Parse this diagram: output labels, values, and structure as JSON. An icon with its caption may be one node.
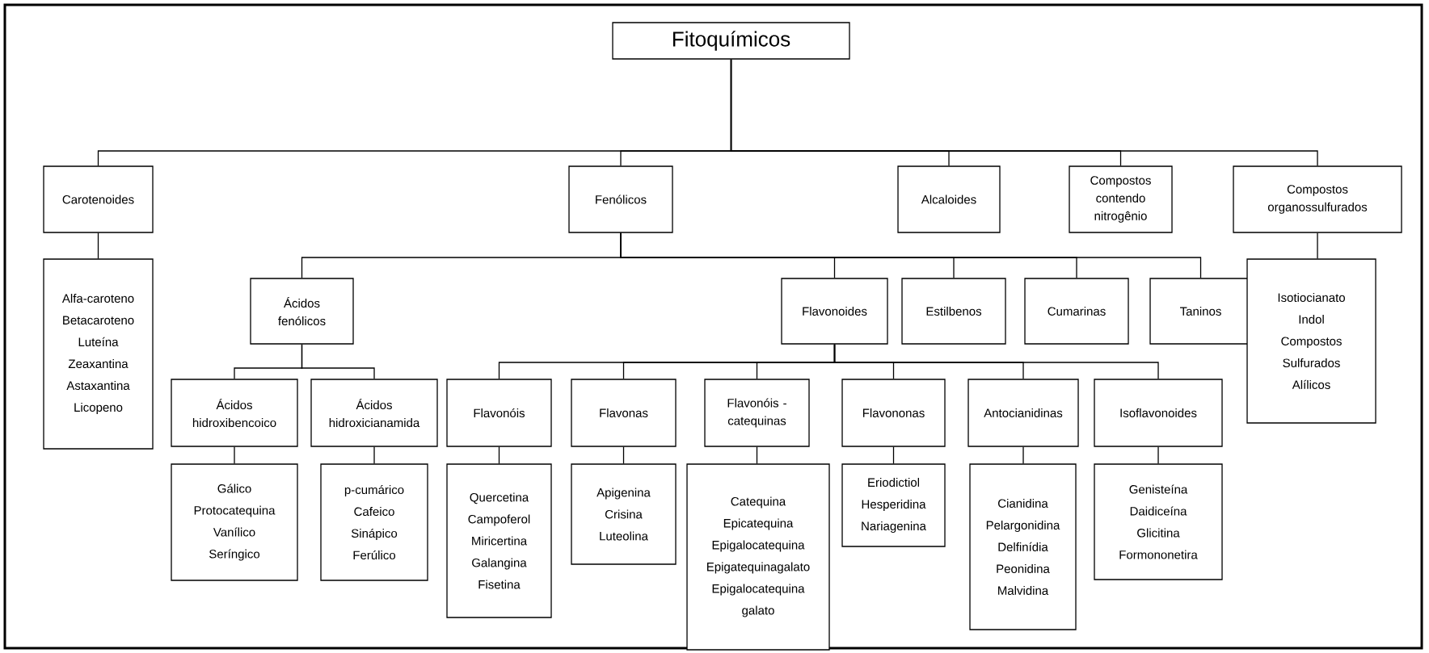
{
  "diagram": {
    "nodes": [
      {
        "text": [
          "Fitoquímicos"
        ]
      },
      {
        "text": [
          "Carotenoides"
        ]
      },
      {
        "text": [
          "Fenólicos"
        ]
      },
      {
        "text": [
          "Alcaloides"
        ]
      },
      {
        "text": [
          "Compostos contendo nitrogênio"
        ]
      },
      {
        "text": [
          "Compostos organossulfurados"
        ]
      },
      {
        "text": [
          "Alfa-caroteno",
          "Betacaroteno",
          "Luteína",
          "Zeaxantina",
          "Astaxantina",
          "Licopeno"
        ]
      },
      {
        "text": [
          "Ácidos fenólicos"
        ]
      },
      {
        "text": [
          "Flavonoides"
        ]
      },
      {
        "text": [
          "Estilbenos"
        ]
      },
      {
        "text": [
          "Cumarinas"
        ]
      },
      {
        "text": [
          "Taninos"
        ]
      },
      {
        "text": [
          "Isotiocianato",
          "Indol",
          "Compostos Sulfurados Alílicos"
        ]
      },
      {
        "text": [
          "Ácidos hidroxibencoico"
        ]
      },
      {
        "text": [
          "Ácidos hidroxicianamida"
        ]
      },
      {
        "text": [
          "Gálico",
          "Protocatequina",
          "Vanílico",
          "Seríngico"
        ]
      },
      {
        "text": [
          "p-cumárico",
          "Cafeico",
          "Sinápico",
          "Ferúlico"
        ]
      },
      {
        "text": [
          "Flavonóis"
        ]
      },
      {
        "text": [
          "Flavonas"
        ]
      },
      {
        "text": [
          "Flavonóis - catequinas"
        ]
      },
      {
        "text": [
          "Flavononas"
        ]
      },
      {
        "text": [
          "Antocianidinas"
        ]
      },
      {
        "text": [
          "Isoflavonoides"
        ]
      },
      {
        "text": [
          "Quercetina",
          "Campoferol",
          "Miricertina",
          "Galangina",
          "Fisetina"
        ]
      },
      {
        "text": [
          "Apigenina",
          "Crisina",
          "Luteolina"
        ]
      },
      {
        "text": [
          "Catequina",
          "Epicatequina",
          "Epigalocatequina",
          "Epigatequinagalato",
          "Epigalocatequina galato"
        ]
      },
      {
        "text": [
          "Eriodictiol",
          "Hesperidina",
          "Nariagenina"
        ]
      },
      {
        "text": [
          "Cianidina",
          "Pelargonidina",
          "Delfinídia",
          "Peonidina",
          "Malvidina"
        ]
      },
      {
        "text": [
          "Genisteína",
          "Daidiceína",
          "Glicitina",
          "Formononetira"
        ]
      }
    ],
    "edges": [
      {
        "from": 0,
        "to": 1,
        "arrow": "none"
      },
      {
        "from": 0,
        "to": 2,
        "arrow": "none"
      },
      {
        "from": 0,
        "to": 3,
        "arrow": "none"
      },
      {
        "from": 0,
        "to": 4,
        "arrow": "none"
      },
      {
        "from": 0,
        "to": 5,
        "arrow": "none"
      },
      {
        "from": 1,
        "to": 6,
        "arrow": "none"
      },
      {
        "from": 2,
        "to": 7,
        "arrow": "none"
      },
      {
        "from": 2,
        "to": 8,
        "arrow": "none"
      },
      {
        "from": 2,
        "to": 9,
        "arrow": "none"
      },
      {
        "from": 2,
        "to": 10,
        "arrow": "none"
      },
      {
        "from": 2,
        "to": 11,
        "arrow": "none"
      },
      {
        "from": 5,
        "to": 12,
        "arrow": "none"
      },
      {
        "from": 7,
        "to": 13,
        "arrow": "none"
      },
      {
        "from": 7,
        "to": 14,
        "arrow": "none"
      },
      {
        "from": 13,
        "to": 15,
        "arrow": "none"
      },
      {
        "from": 14,
        "to": 16,
        "arrow": "none"
      },
      {
        "from": 8,
        "to": 17,
        "arrow": "none"
      },
      {
        "from": 8,
        "to": 18,
        "arrow": "none"
      },
      {
        "from": 8,
        "to": 19,
        "arrow": "none"
      },
      {
        "from": 8,
        "to": 20,
        "arrow": "none"
      },
      {
        "from": 8,
        "to": 21,
        "arrow": "none"
      },
      {
        "from": 8,
        "to": 22,
        "arrow": "none"
      },
      {
        "from": 17,
        "to": 23,
        "arrow": "none"
      },
      {
        "from": 18,
        "to": 24,
        "arrow": "none"
      },
      {
        "from": 19,
        "to": 25,
        "arrow": "none"
      },
      {
        "from": 20,
        "to": 26,
        "arrow": "none"
      },
      {
        "from": 21,
        "to": 27,
        "arrow": "none"
      },
      {
        "from": 22,
        "to": 28,
        "arrow": "none"
      }
    ]
  }
}
